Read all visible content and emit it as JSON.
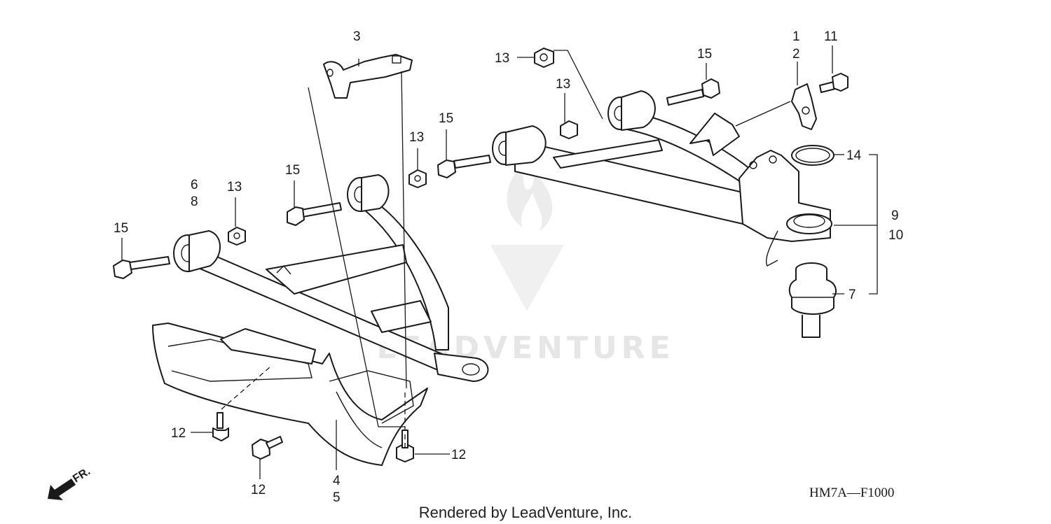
{
  "callouts": {
    "c3": "3",
    "c13a": "13",
    "c13b": "13",
    "c13c": "13",
    "c13d": "13",
    "c15a": "15",
    "c15b": "15",
    "c15c": "15",
    "c15d": "15",
    "c1": "1",
    "c2": "2",
    "c11": "11",
    "c14": "14",
    "c6": "6",
    "c8": "8",
    "c9": "9",
    "c10": "10",
    "c7": "7",
    "c12a": "12",
    "c12b": "12",
    "c12c": "12",
    "c4": "4",
    "c5": "5"
  },
  "direction_label": "FR.",
  "diagram_code": "HM7A—F1000",
  "credit": "Rendered by LeadVenture, Inc.",
  "watermark": "LEADVENTURE"
}
